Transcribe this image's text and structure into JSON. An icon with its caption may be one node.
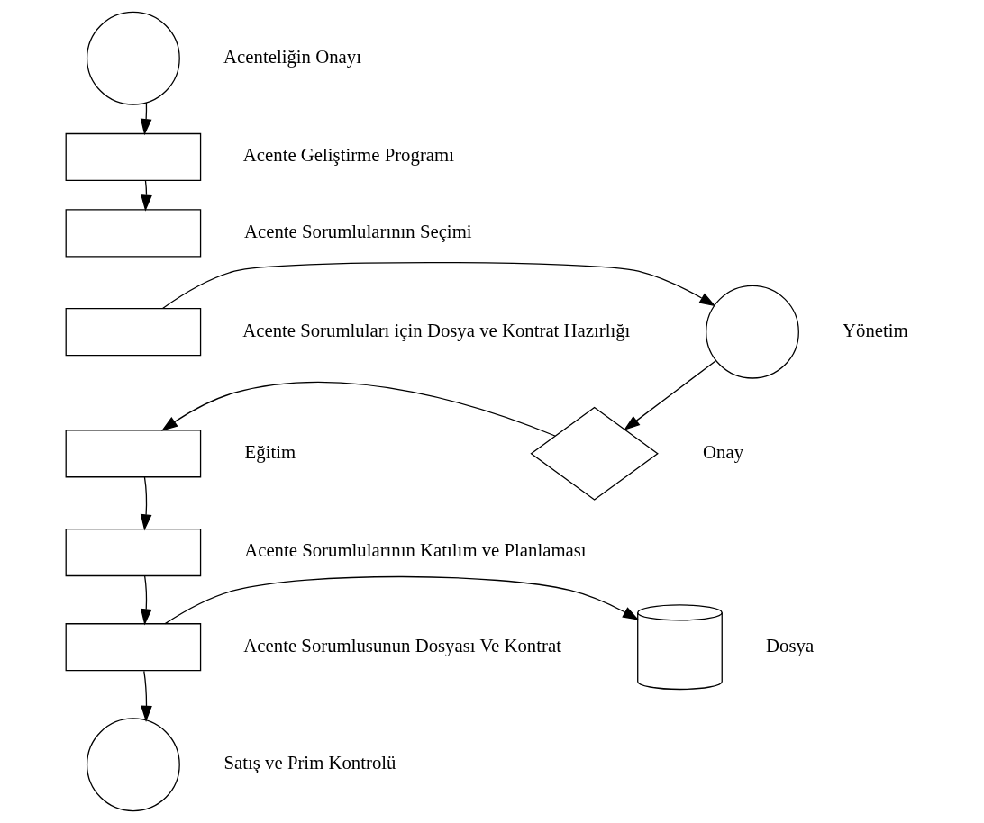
{
  "diagram": {
    "nodes": [
      {
        "text": [],
        "shape": "circle",
        "beside": [
          "Acenteliğin Onayı"
        ]
      },
      {
        "text": [],
        "shape": "box",
        "beside": [
          "Acente Geliştirme Programı"
        ]
      },
      {
        "text": [],
        "shape": "box",
        "beside": [
          "Acente Sorumlularının Seçimi"
        ]
      },
      {
        "text": [],
        "shape": "box",
        "beside": [
          "Acente Sorumluları için Dosya ve Kontrat Hazırlığı"
        ]
      },
      {
        "text": [],
        "shape": "box",
        "beside": [
          "Eğitim"
        ]
      },
      {
        "text": [],
        "shape": "box",
        "beside": [
          "Acente Sorumlularının Katılım ve Planlaması"
        ]
      },
      {
        "text": [],
        "shape": "box",
        "beside": [
          "Acente Sorumlusunun Dosyası Ve Kontrat"
        ]
      },
      {
        "text": [],
        "shape": "circle",
        "beside": [
          "Satış ve Prim Kontrolü"
        ]
      },
      {
        "text": [],
        "shape": "circle",
        "beside": [
          "Yönetim"
        ]
      },
      {
        "text": [],
        "shape": "diamond",
        "beside": [
          "Onay"
        ]
      },
      {
        "text": [],
        "shape": "cylinder",
        "beside": [
          "Dosya"
        ]
      }
    ],
    "edges": [
      {
        "from": 0,
        "to": 1,
        "arrow": "to"
      },
      {
        "from": 1,
        "to": 2,
        "arrow": "to"
      },
      {
        "from": 3,
        "to": 8,
        "arrow": "to"
      },
      {
        "from": 8,
        "to": 9,
        "arrow": "to"
      },
      {
        "from": 9,
        "to": 4,
        "arrow": "to"
      },
      {
        "from": 4,
        "to": 5,
        "arrow": "to"
      },
      {
        "from": 5,
        "to": 6,
        "arrow": "to"
      },
      {
        "from": 6,
        "to": 10,
        "arrow": "to"
      },
      {
        "from": 6,
        "to": 7,
        "arrow": "to"
      }
    ]
  }
}
